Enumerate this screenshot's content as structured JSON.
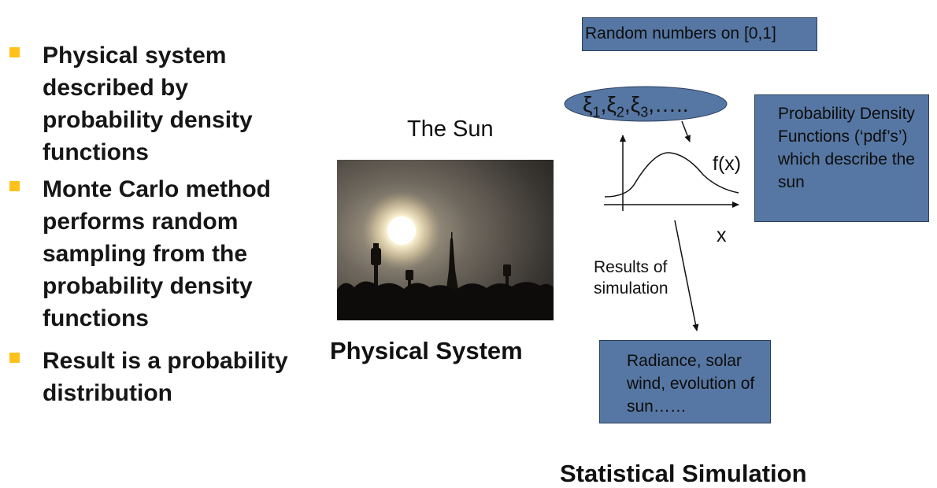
{
  "bullets": [
    "Physical system described by probability density functions",
    "Monte Carlo method performs random sampling from the probability density functions",
    "Result is a probability distribution"
  ],
  "center": {
    "sun_label": "The Sun",
    "system_label": "Physical System"
  },
  "diagram": {
    "random_box": "Random numbers on [0,1]",
    "sequence": "ξ1,ξ2,ξ3,…..",
    "pdf_box": "Probability Density Functions (‘pdf’s’) which describe the sun",
    "fx_label": "f(x)",
    "x_label": "x",
    "results_label": "Results of simulation",
    "results_box": "Radiance, solar wind, evolution of sun……",
    "title": "Statistical Simulation"
  },
  "colors": {
    "box_fill": "#5677a3",
    "bullet_marker": "#ffc21a"
  }
}
